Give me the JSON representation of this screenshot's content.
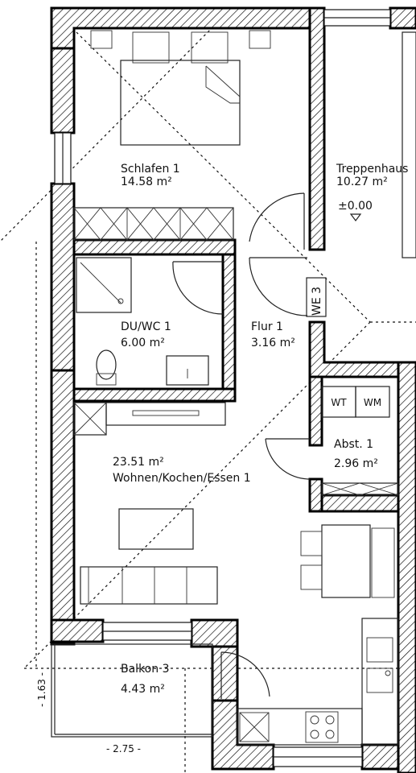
{
  "rooms": {
    "schlafen": {
      "name": "Schlafen 1",
      "area": "14.58 m²"
    },
    "treppenhaus": {
      "name": "Treppenhaus",
      "area": "10.27 m²",
      "level": "±0.00"
    },
    "duwc": {
      "name": "DU/WC 1",
      "area": "6.00 m²"
    },
    "flur": {
      "name": "Flur 1",
      "area": "3.16 m²"
    },
    "abst": {
      "name": "Abst. 1",
      "area": "2.96 m²"
    },
    "wohnen": {
      "name": "Wohnen/Kochen/Essen 1",
      "area": "23.51 m²"
    },
    "balkon": {
      "name": "Balkon 3",
      "area": "4.43 m²"
    }
  },
  "unit_label": "WE 3",
  "appliances": {
    "washer": "WT",
    "dryer": "WM"
  },
  "dimensions": {
    "balcony_width": "- 2.75 -",
    "balcony_depth": "- 1.63 -"
  }
}
